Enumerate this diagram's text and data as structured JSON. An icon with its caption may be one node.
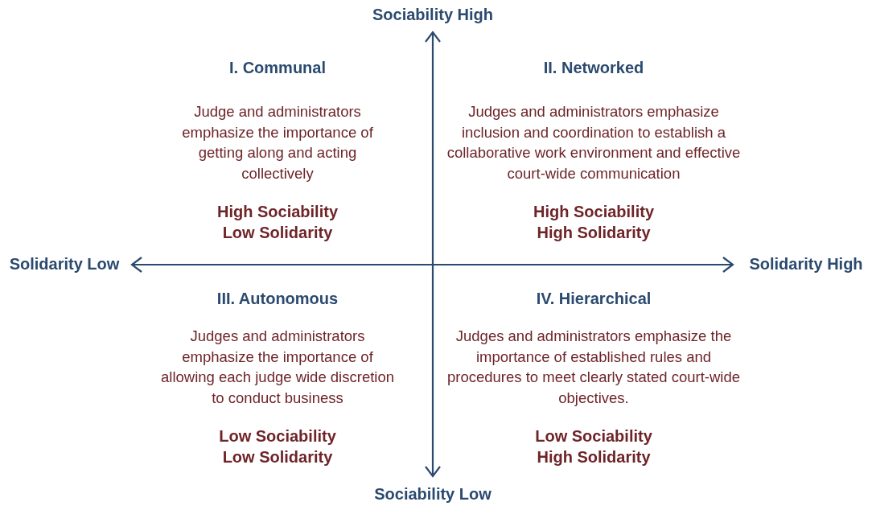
{
  "diagram": {
    "labels": [
      "Sociability High",
      "I. Communal",
      "II. Networked",
      "Judge and administrators emphasize the importance of getting along and acting collectively",
      "Judges and administrators emphasize inclusion and coordination to establish a collaborative work environment and effective court-wide communication",
      "High Sociability",
      "High Sociability",
      "Low Solidarity",
      "High Solidarity",
      "Solidarity Low",
      "Solidarity High",
      "III. Autonomous",
      "IV. Hierarchical",
      "Judges and administrators emphasize the importance of allowing each judge wide discretion to conduct business",
      "Judges and administrators emphasize the importance of established rules and procedures to meet clearly stated court-wide objectives.",
      "Low Sociability",
      "Low Sociability",
      "Low Solidarity",
      "High Solidarity",
      "Sociability Low"
    ]
  }
}
